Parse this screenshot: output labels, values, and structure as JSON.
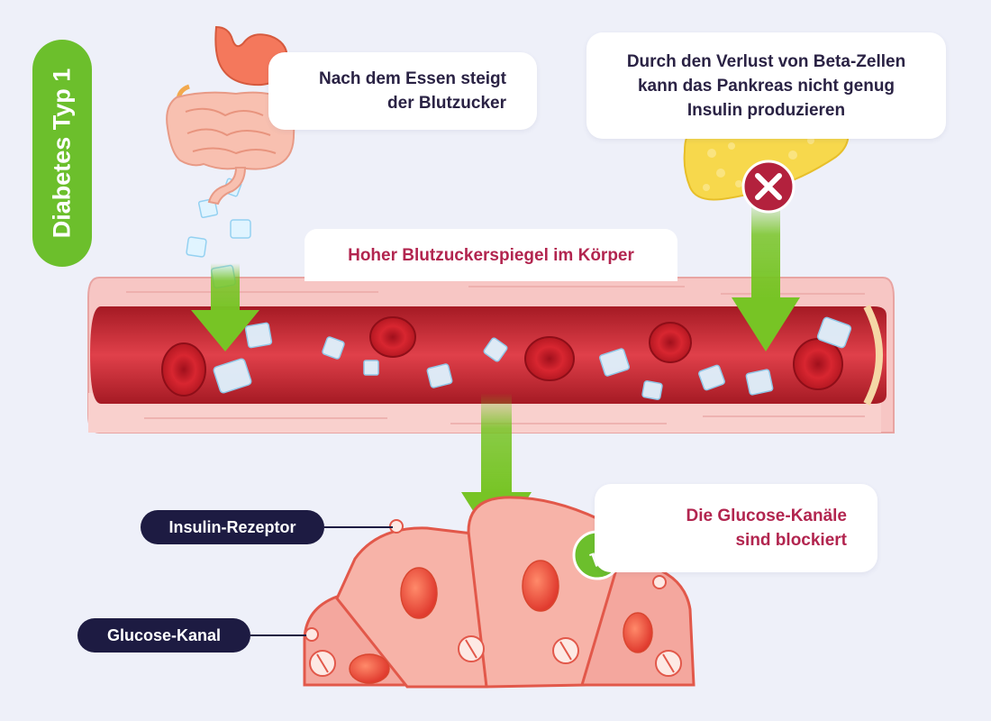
{
  "title": "Diabetes Typ 1",
  "labels": {
    "essen_line1": "Nach dem Essen steigt",
    "essen_line2": "der Blutzucker",
    "beta_line1": "Durch den Verlust von Beta-Zellen",
    "beta_line2": "kann das Pankreas nicht genug",
    "beta_line3": "Insulin produzieren",
    "blood": "Hoher Blutzuckerspiegel im Körper",
    "kanal_line1": "Die Glucose-Kanäle",
    "kanal_line2": "sind blockiert",
    "tag_rezeptor": "Insulin-Rezeptor",
    "tag_kanal": "Glucose-Kanal"
  },
  "icons": {
    "blocked": "x-mark-icon",
    "check": "check-mark-icon",
    "check_glyph": "√"
  },
  "colors": {
    "background": "#eef0f9",
    "title_pill": "#6cbf2c",
    "arrow_green": "#77c425",
    "accent_text": "#b2254f",
    "tag_bg": "#1d1b42",
    "vessel_wall": "#f7c6c4",
    "blood": "#c6252d",
    "blocked_red": "#b3213d",
    "check_green": "#6cbf2c",
    "cell": "#f4a79e",
    "pancreas": "#f7d84c"
  }
}
